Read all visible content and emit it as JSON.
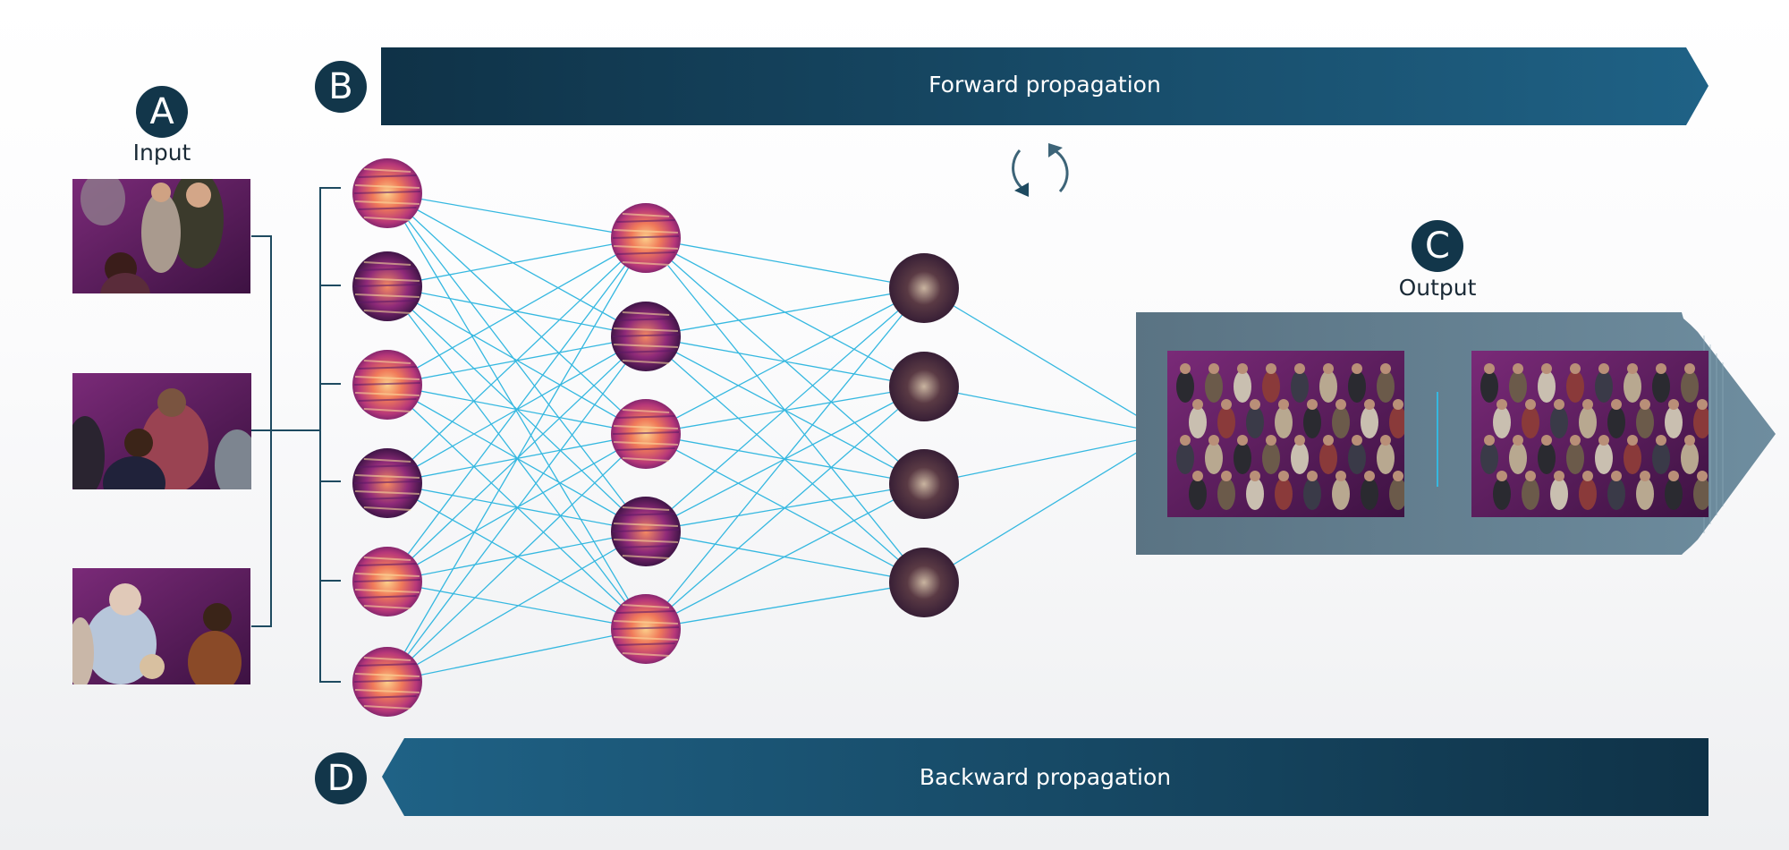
{
  "badges": {
    "a": "A",
    "b": "B",
    "c": "C",
    "d": "D"
  },
  "labels": {
    "input": "Input",
    "output": "Output"
  },
  "banners": {
    "forward": "Forward propagation",
    "backward": "Backward propagation"
  },
  "layers": {
    "layer1": [
      "spectrogram-node",
      "spectrogram-node",
      "spectrogram-node",
      "spectrogram-node",
      "spectrogram-node",
      "spectrogram-node"
    ],
    "layer2": [
      "spectrogram-node",
      "spectrogram-node",
      "spectrogram-node",
      "spectrogram-node",
      "spectrogram-node"
    ],
    "layer3": [
      "people-node",
      "people-node",
      "people-node",
      "people-node"
    ]
  },
  "colors": {
    "badge": "#12364a",
    "banner_dark": "#0f3247",
    "banner_light": "#1f6286",
    "connection": "#35b8e0",
    "output_panel": "#5e7888",
    "photo_purple": "#5a1f5e"
  },
  "icons": [
    "refresh-cycle-icon"
  ]
}
